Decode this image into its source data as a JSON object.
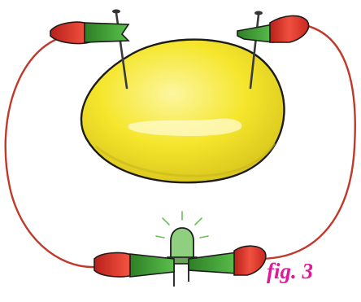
{
  "figure": {
    "caption": "fig. 3"
  },
  "parts": {
    "fruit": "lemon",
    "electrodes": [
      "left-nail",
      "right-nail"
    ],
    "leads": [
      "left-wire",
      "right-wire"
    ],
    "load": "led"
  },
  "colors": {
    "caption": "#e0189a",
    "lemon_fill": "#f5e62c",
    "lemon_light": "#fbf27a",
    "lemon_shade": "#c9b81e",
    "outline": "#1c1c1c",
    "wire": "#c0392b",
    "clip_red": "#e23b2e",
    "clip_green": "#3f9a34",
    "led_green": "#8fd080",
    "nail": "#555555"
  }
}
